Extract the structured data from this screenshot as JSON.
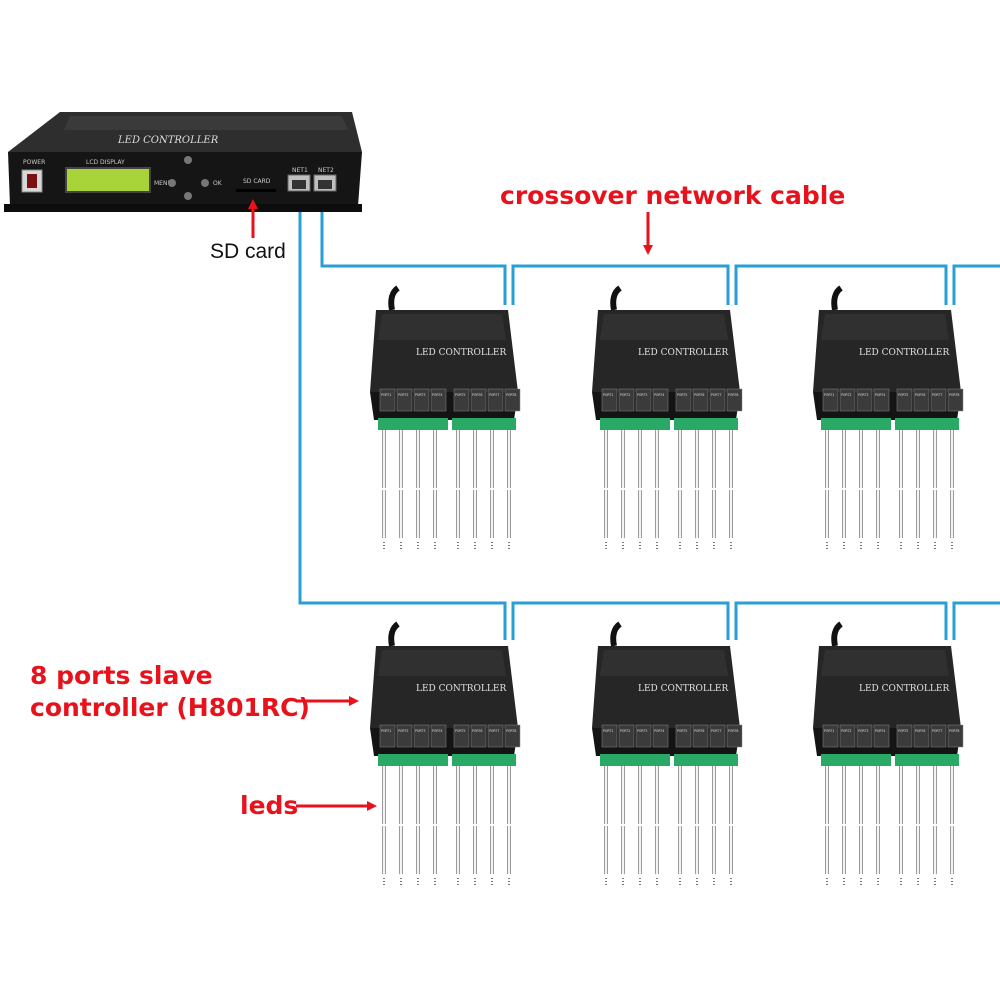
{
  "colors": {
    "cable": "#2a9fd6",
    "annotation": "#e8121c",
    "device_body": "#1c1c1c",
    "terminal": "#2aa866",
    "lcd": "#a8d43a"
  },
  "master": {
    "title": "LED  CONTROLLER",
    "power_label": "POWER",
    "lcd_label": "LCD DISPLAY",
    "menu_label": "MENU",
    "ok_label": "OK",
    "sdcard_label": "SD CARD",
    "net1_label": "NET1",
    "net2_label": "NET2"
  },
  "slave": {
    "title": "LED  CONTROLLER",
    "ports": [
      "PORT1",
      "PORT2",
      "PORT3",
      "PORT4",
      "PORT5",
      "PORT6",
      "PORT7",
      "PORT8"
    ],
    "count_per_row": 3,
    "rows": 2
  },
  "annotations": {
    "crossover": "crossover network cable",
    "sd_card": "SD card",
    "slave_line1": "8 ports slave",
    "slave_line2": "controller (H801RC)",
    "leds": "leds"
  }
}
